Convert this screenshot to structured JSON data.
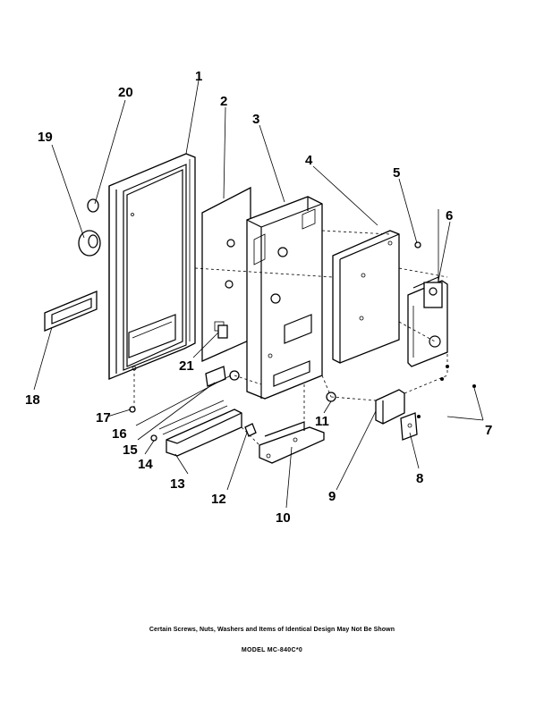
{
  "callouts": [
    "1",
    "2",
    "3",
    "4",
    "5",
    "6",
    "7",
    "8",
    "9",
    "10",
    "11",
    "12",
    "13",
    "14",
    "15",
    "16",
    "17",
    "18",
    "19",
    "20",
    "21"
  ],
  "caption": "Certain Screws, Nuts, Washers and Items of Identical Design May Not Be Shown",
  "model": "MODEL MC-840C*0"
}
